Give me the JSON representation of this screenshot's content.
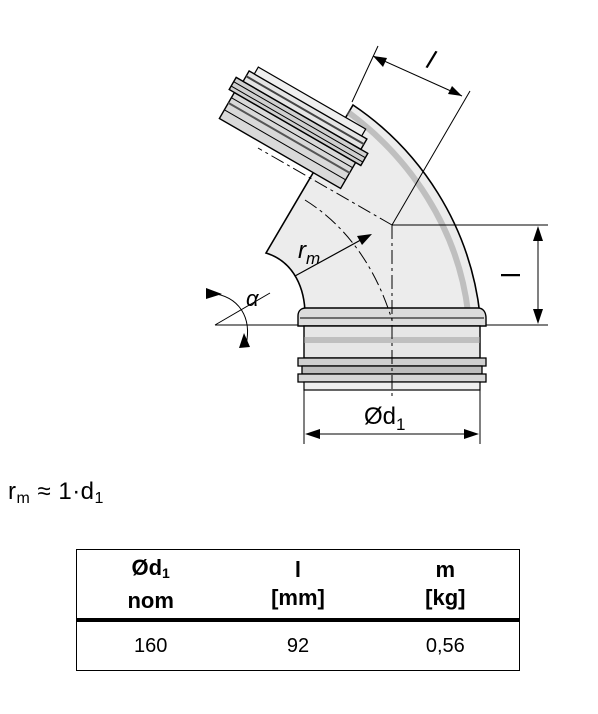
{
  "diagram": {
    "label_l_diagonal": "l",
    "label_l_vertical": "l",
    "label_r": "r",
    "label_r_sub": "m",
    "label_alpha": "α",
    "label_diameter": "Ød",
    "label_diameter_sub": "1"
  },
  "formula": {
    "r": "r",
    "r_sub": "m",
    "middle": "≈ 1·d",
    "d_sub": "1"
  },
  "table": {
    "headers": [
      {
        "line1": "Ød",
        "line1_sub": "1",
        "line2": "nom"
      },
      {
        "line1": "l",
        "line1_sub": "",
        "line2": "[mm]"
      },
      {
        "line1": "m",
        "line1_sub": "",
        "line2": "[kg]"
      }
    ],
    "rows": [
      [
        "160",
        "92",
        "0,56"
      ]
    ]
  }
}
